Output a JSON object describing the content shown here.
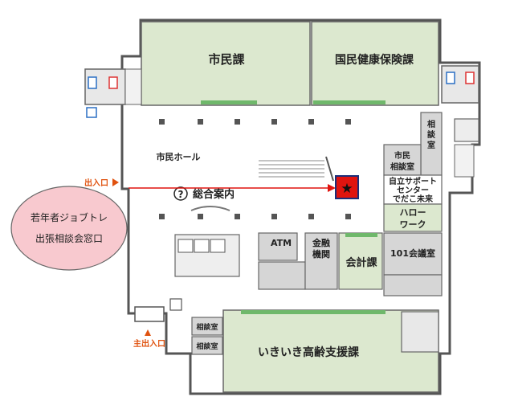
{
  "rooms": {
    "shimin_ka": "市民課",
    "kokumin_kenko_hoken_ka": "国民健康保険課",
    "shimin_hall": "市民ホール",
    "sogo_annai": "総合案内",
    "atm": "ATM",
    "kinyu_line1": "金融",
    "kinyu_line2": "機関",
    "kaikei_ka": "会計課",
    "room_101": "101会議室",
    "soudan_line1": "相",
    "soudan_line2": "談",
    "soudan_line3": "室",
    "shimin_soudan_line1": "市民",
    "shimin_soudan_line2": "相談室",
    "jiritsu_line1": "自立サポート",
    "jiritsu_line2": "センター",
    "jiritsu_line3": "でだこ未来",
    "hello_line1": "ハロー",
    "hello_line2": "ワーク",
    "soudanshitsu_a": "相談室",
    "soudanshitsu_b": "相談室",
    "ikiiki_ka": "いきいき高齢支援課"
  },
  "entrances": {
    "side_entrance": "出入口",
    "main_entrance": "主出入口"
  },
  "callout": {
    "line1": "若年者ジョブトレ",
    "line2": "出張相談会窓口"
  },
  "markers": {
    "star": "★",
    "info": "?"
  },
  "colors": {
    "wall": "#555555",
    "floor": "#ffffff",
    "office": "#dce8cf",
    "office_dark": "#c9ddb5",
    "counter": "#6fb86b",
    "gray_room": "#d6d6d6",
    "arrow": "#e0140f",
    "star_box": "#e0140f",
    "star_border": "#1a2f7a",
    "callout_fill": "#f8c9cf",
    "entrance_text": "#e0520f"
  }
}
